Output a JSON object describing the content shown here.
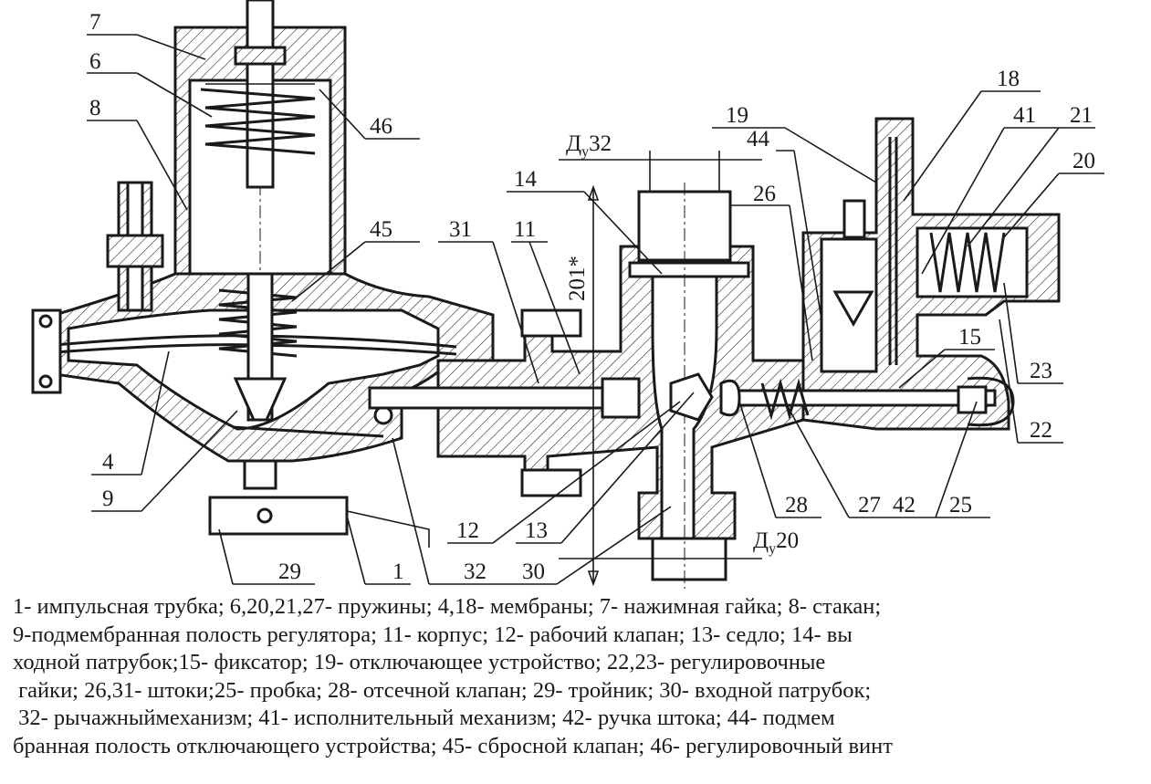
{
  "callouts": [
    "7",
    "6",
    "8",
    "46",
    "45",
    "31",
    "11",
    "14",
    "19",
    "18",
    "44",
    "41",
    "21",
    "26",
    "20",
    "15",
    "23",
    "22",
    "4",
    "9",
    "12",
    "13",
    "28",
    "27",
    "42",
    "25",
    "29",
    "1",
    "32",
    "30"
  ],
  "dimensions": {
    "outlet_base": "Д",
    "outlet_sub": "у",
    "outlet_size": "32",
    "inlet_base": "Д",
    "inlet_sub": "у",
    "inlet_size": "20",
    "height": "201*"
  },
  "legend_lines": [
    "1- импульсная трубка; 6,20,21,27- пружины; 4,18- мембраны; 7- нажимная гайка; 8- стакан;",
    "9-подмембранная полость регулятора; 11- корпус; 12- рабочий клапан; 13- седло; 14- вы",
    "ходной патрубок;15- фиксатор; 19- отключающее устройство; 22,23- регулировочные",
    " гайки; 26,31- штоки;25- пробка; 28- отсечной клапан; 29- тройник; 30- входной патрубок;",
    " 32- рычажныймеханизм; 41- исполнительный механизм; 42- ручка штока; 44- подмем",
    "бранная полость отключающего устройства; 45- сбросной клапан; 46- регулировочный винт"
  ]
}
